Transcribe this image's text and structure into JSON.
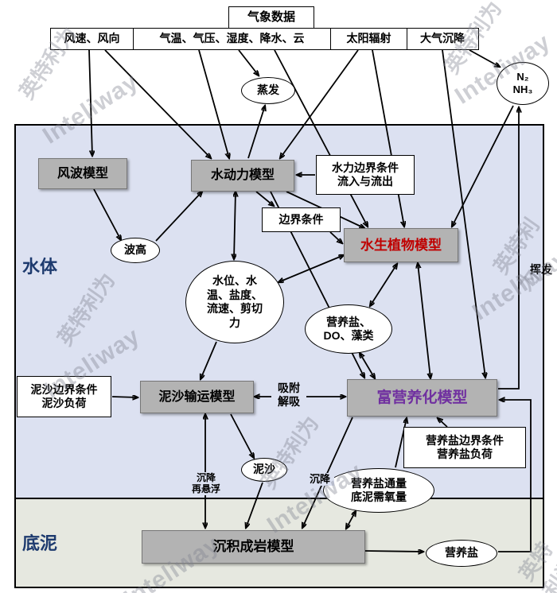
{
  "top": {
    "header": "气象数据",
    "cells": [
      "风速、风向",
      "气温、气压、湿度、降水、云",
      "太阳辐射",
      "大气沉降"
    ]
  },
  "regions": {
    "water": "水体",
    "sediment": "底泥"
  },
  "models": {
    "wind_wave": "风波模型",
    "hydrodynamic": "水动力模型",
    "aquatic_plant": "水生植物模型",
    "sediment_transport": "泥沙输运模型",
    "eutrophication": "富营养化模型",
    "diagenesis": "沉积成岩模型"
  },
  "inputs": {
    "hydraulic_bc": "水力边界条件\n流入与流出",
    "boundary": "边界条件",
    "sediment_bc": "泥沙边界条件\n泥沙负荷",
    "nutrient_bc": "营养盐边界条件\n营养盐负荷"
  },
  "ellipses": {
    "n2nh3": "N₂\nNH₃",
    "evaporation": "蒸发",
    "wave_height": "波高",
    "state": "水位、水\n温、盐度、\n流速、剪切\n力",
    "nutrients_do": "营养盐、\nDO、藻类",
    "sediment": "泥沙",
    "flux": "营养盐通量\n底泥需氧量",
    "nutrients": "营养盐"
  },
  "labels": {
    "adsorption": "吸附\n解吸",
    "settling_resuspension": "沉降\n再悬浮",
    "settling": "沉降",
    "volatilization": "挥发"
  },
  "watermarks": [
    "英特利为",
    "Inteliway",
    "英特利为",
    "Inteliway",
    "英特利为",
    "Inteliway",
    "英特利为",
    "Inteliway",
    "英特利为",
    "Inteliway",
    "英特利为",
    "Inteliway"
  ],
  "colors": {
    "model_box": "#b3b3b3",
    "water_bg": "#dce1f1",
    "sediment_bg": "#e6e8e0",
    "plant_text": "#c00000",
    "eutrophication_text": "#7030a0",
    "region_label": "#1d3a6e"
  }
}
